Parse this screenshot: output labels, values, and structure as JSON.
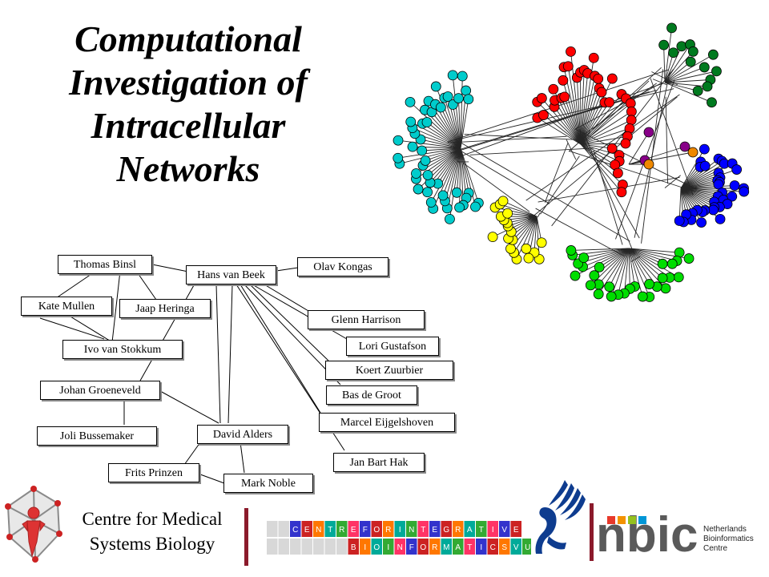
{
  "title": {
    "lines": [
      "Computational",
      "Investigation of",
      "Intracellular",
      "Networks"
    ]
  },
  "collaborators": {
    "people": [
      "Thomas Binsl",
      "Hans van Beek",
      "Olav Kongas",
      "Kate Mullen",
      "Jaap Heringa",
      "Glenn Harrison",
      "Ivo van Stokkum",
      "Lori Gustafson",
      "Koert Zuurbier",
      "Johan Groeneveld",
      "Bas de Groot",
      "Marcel Eijgelshoven",
      "Joli Bussemaker",
      "David Alders",
      "Jan Bart Hak",
      "Frits Prinzen",
      "Mark Noble"
    ]
  },
  "network": {
    "node_colors": [
      "#00cccc",
      "#ff0000",
      "#007a1f",
      "#0000ff",
      "#ffff00",
      "#00dd00",
      "#880088",
      "#ee8800"
    ]
  },
  "footer": {
    "cmsb_line1": "Centre for Medical",
    "cmsb_line2": "Systems Biology",
    "accent_color": "#8b1a2b",
    "centre_letters": [
      "C",
      "E",
      "N",
      "T",
      "R",
      "E",
      "F",
      "O",
      "R",
      "I",
      "N",
      "T",
      "E",
      "G",
      "R",
      "A",
      "T",
      "I",
      "V",
      "E"
    ],
    "bioinformatics_letters": [
      "B",
      "I",
      "O",
      "I",
      "N",
      "F",
      "O",
      "R",
      "M",
      "A",
      "T",
      "I",
      "C",
      "S",
      "V",
      "U"
    ],
    "nbic_mark": "nbic",
    "nbic_sub": [
      "Netherlands",
      "Bioinformatics",
      "Centre"
    ]
  }
}
